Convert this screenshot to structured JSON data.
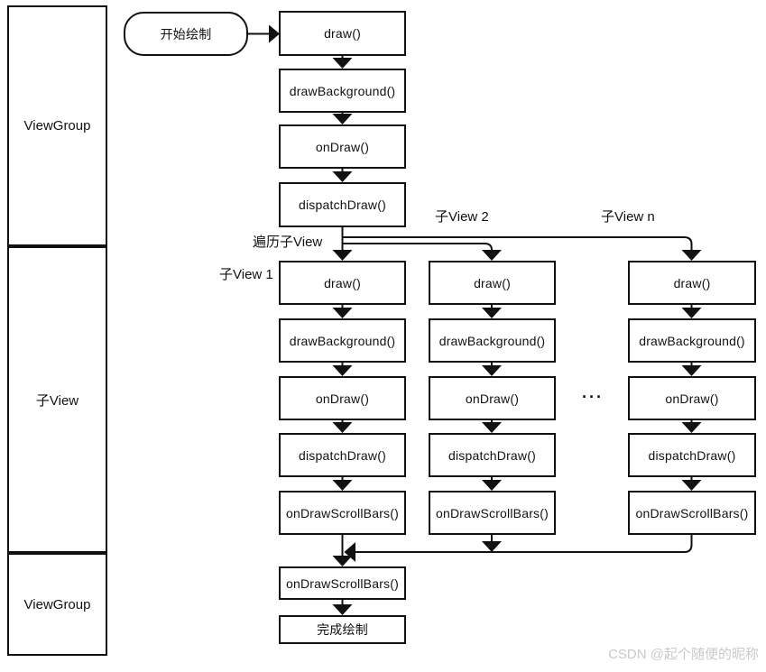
{
  "diagram": {
    "sidebar": [
      {
        "label": "ViewGroup"
      },
      {
        "label": "子View"
      },
      {
        "label": "ViewGroup"
      }
    ],
    "start": "开始绘制",
    "main_flow": [
      "draw()",
      "drawBackground()",
      "onDraw()",
      "dispatchDraw()"
    ],
    "child_flow": [
      "draw()",
      "drawBackground()",
      "onDraw()",
      "dispatchDraw()",
      "onDrawScrollBars()"
    ],
    "merge_node": "onDrawScrollBars()",
    "end": "完成绘制",
    "annotations": {
      "iterate": "遍历子View",
      "child_1": "子View 1",
      "child_2": "子View 2",
      "child_n": "子View n",
      "ellipsis": "···"
    },
    "watermark": "CSDN @起个随便的昵称"
  },
  "colors": {
    "stroke": "#111111",
    "background": "#ffffff",
    "watermark_text": "#c9c9c9"
  }
}
